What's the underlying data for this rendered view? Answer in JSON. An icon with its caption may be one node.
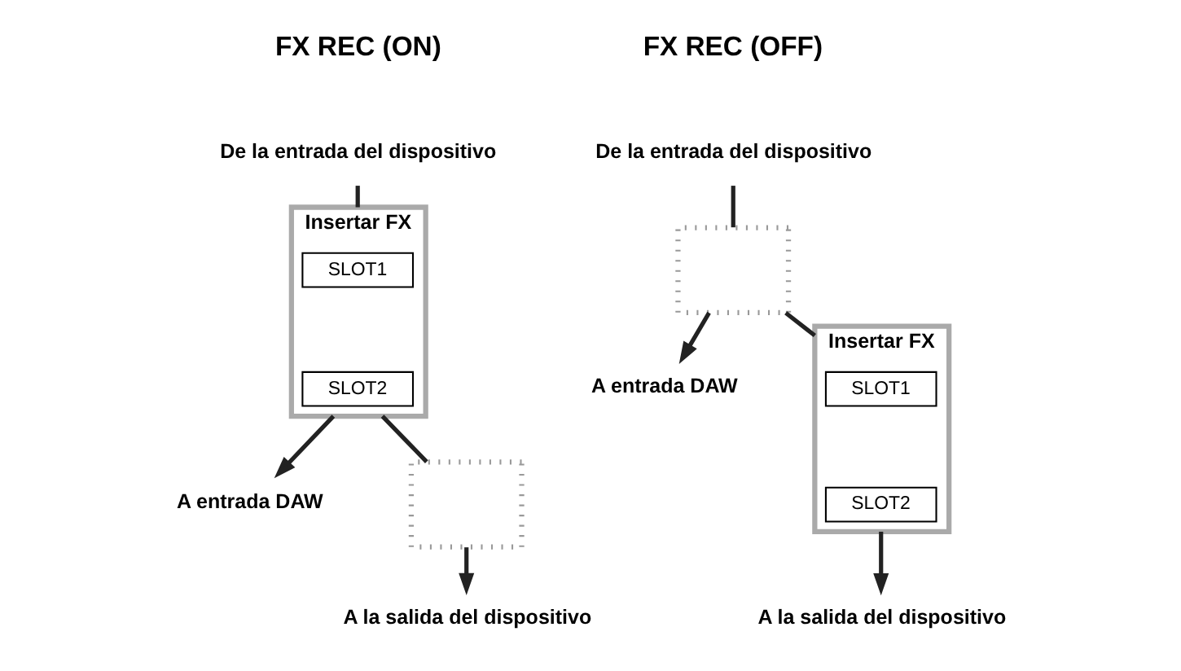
{
  "diagram": {
    "nodes": [
      {
        "text": [
          "De la entrada del dispositivo"
        ]
      },
      {
        "text": [
          "Insertar FX"
        ]
      },
      {
        "text": [
          "SLOT1"
        ],
        "in": 1
      },
      {
        "text": [
          "SLOT2"
        ],
        "in": 1
      },
      {
        "text": [
          "A entrada DAW"
        ]
      },
      {
        "text": [],
        "shape": "box"
      },
      {
        "text": [
          "A la salida del dispositivo"
        ]
      },
      {
        "text": [
          "De la entrada del dispositivo"
        ]
      },
      {
        "text": [],
        "shape": "box"
      },
      {
        "text": [
          "A entrada DAW"
        ]
      },
      {
        "text": [
          "Insertar FX"
        ]
      },
      {
        "text": [
          "SLOT1"
        ],
        "in": 10
      },
      {
        "text": [
          "SLOT2"
        ],
        "in": 10
      },
      {
        "text": [
          "A la salida del dispositivo"
        ]
      }
    ],
    "edges": [
      {
        "from": 0,
        "to": 1,
        "arrow": "none"
      },
      {
        "from": 1,
        "to": 4,
        "arrow": "to"
      },
      {
        "from": 1,
        "to": 5,
        "arrow": "none"
      },
      {
        "from": 5,
        "to": 6,
        "arrow": "to"
      },
      {
        "from": 7,
        "to": 8,
        "arrow": "none"
      },
      {
        "from": 8,
        "to": 9,
        "arrow": "to"
      },
      {
        "from": 8,
        "to": 10,
        "arrow": "none"
      },
      {
        "from": 10,
        "to": 13,
        "arrow": "to"
      }
    ],
    "labels": [
      "FX REC (ON)",
      "FX REC (OFF)"
    ]
  }
}
